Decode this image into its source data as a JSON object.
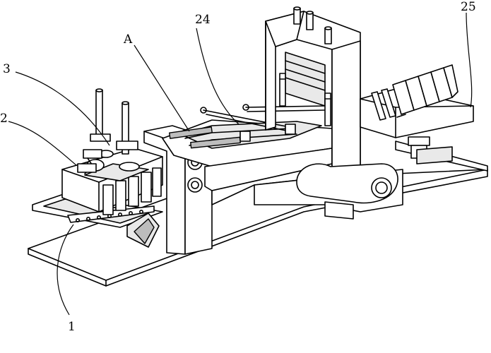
{
  "figure": {
    "callouts": [
      {
        "id": "callout-1",
        "text": "1"
      },
      {
        "id": "callout-2",
        "text": "2"
      },
      {
        "id": "callout-3",
        "text": "3"
      },
      {
        "id": "callout-a",
        "text": "A"
      },
      {
        "id": "callout-24",
        "text": "24"
      },
      {
        "id": "callout-25",
        "text": "25"
      }
    ]
  }
}
